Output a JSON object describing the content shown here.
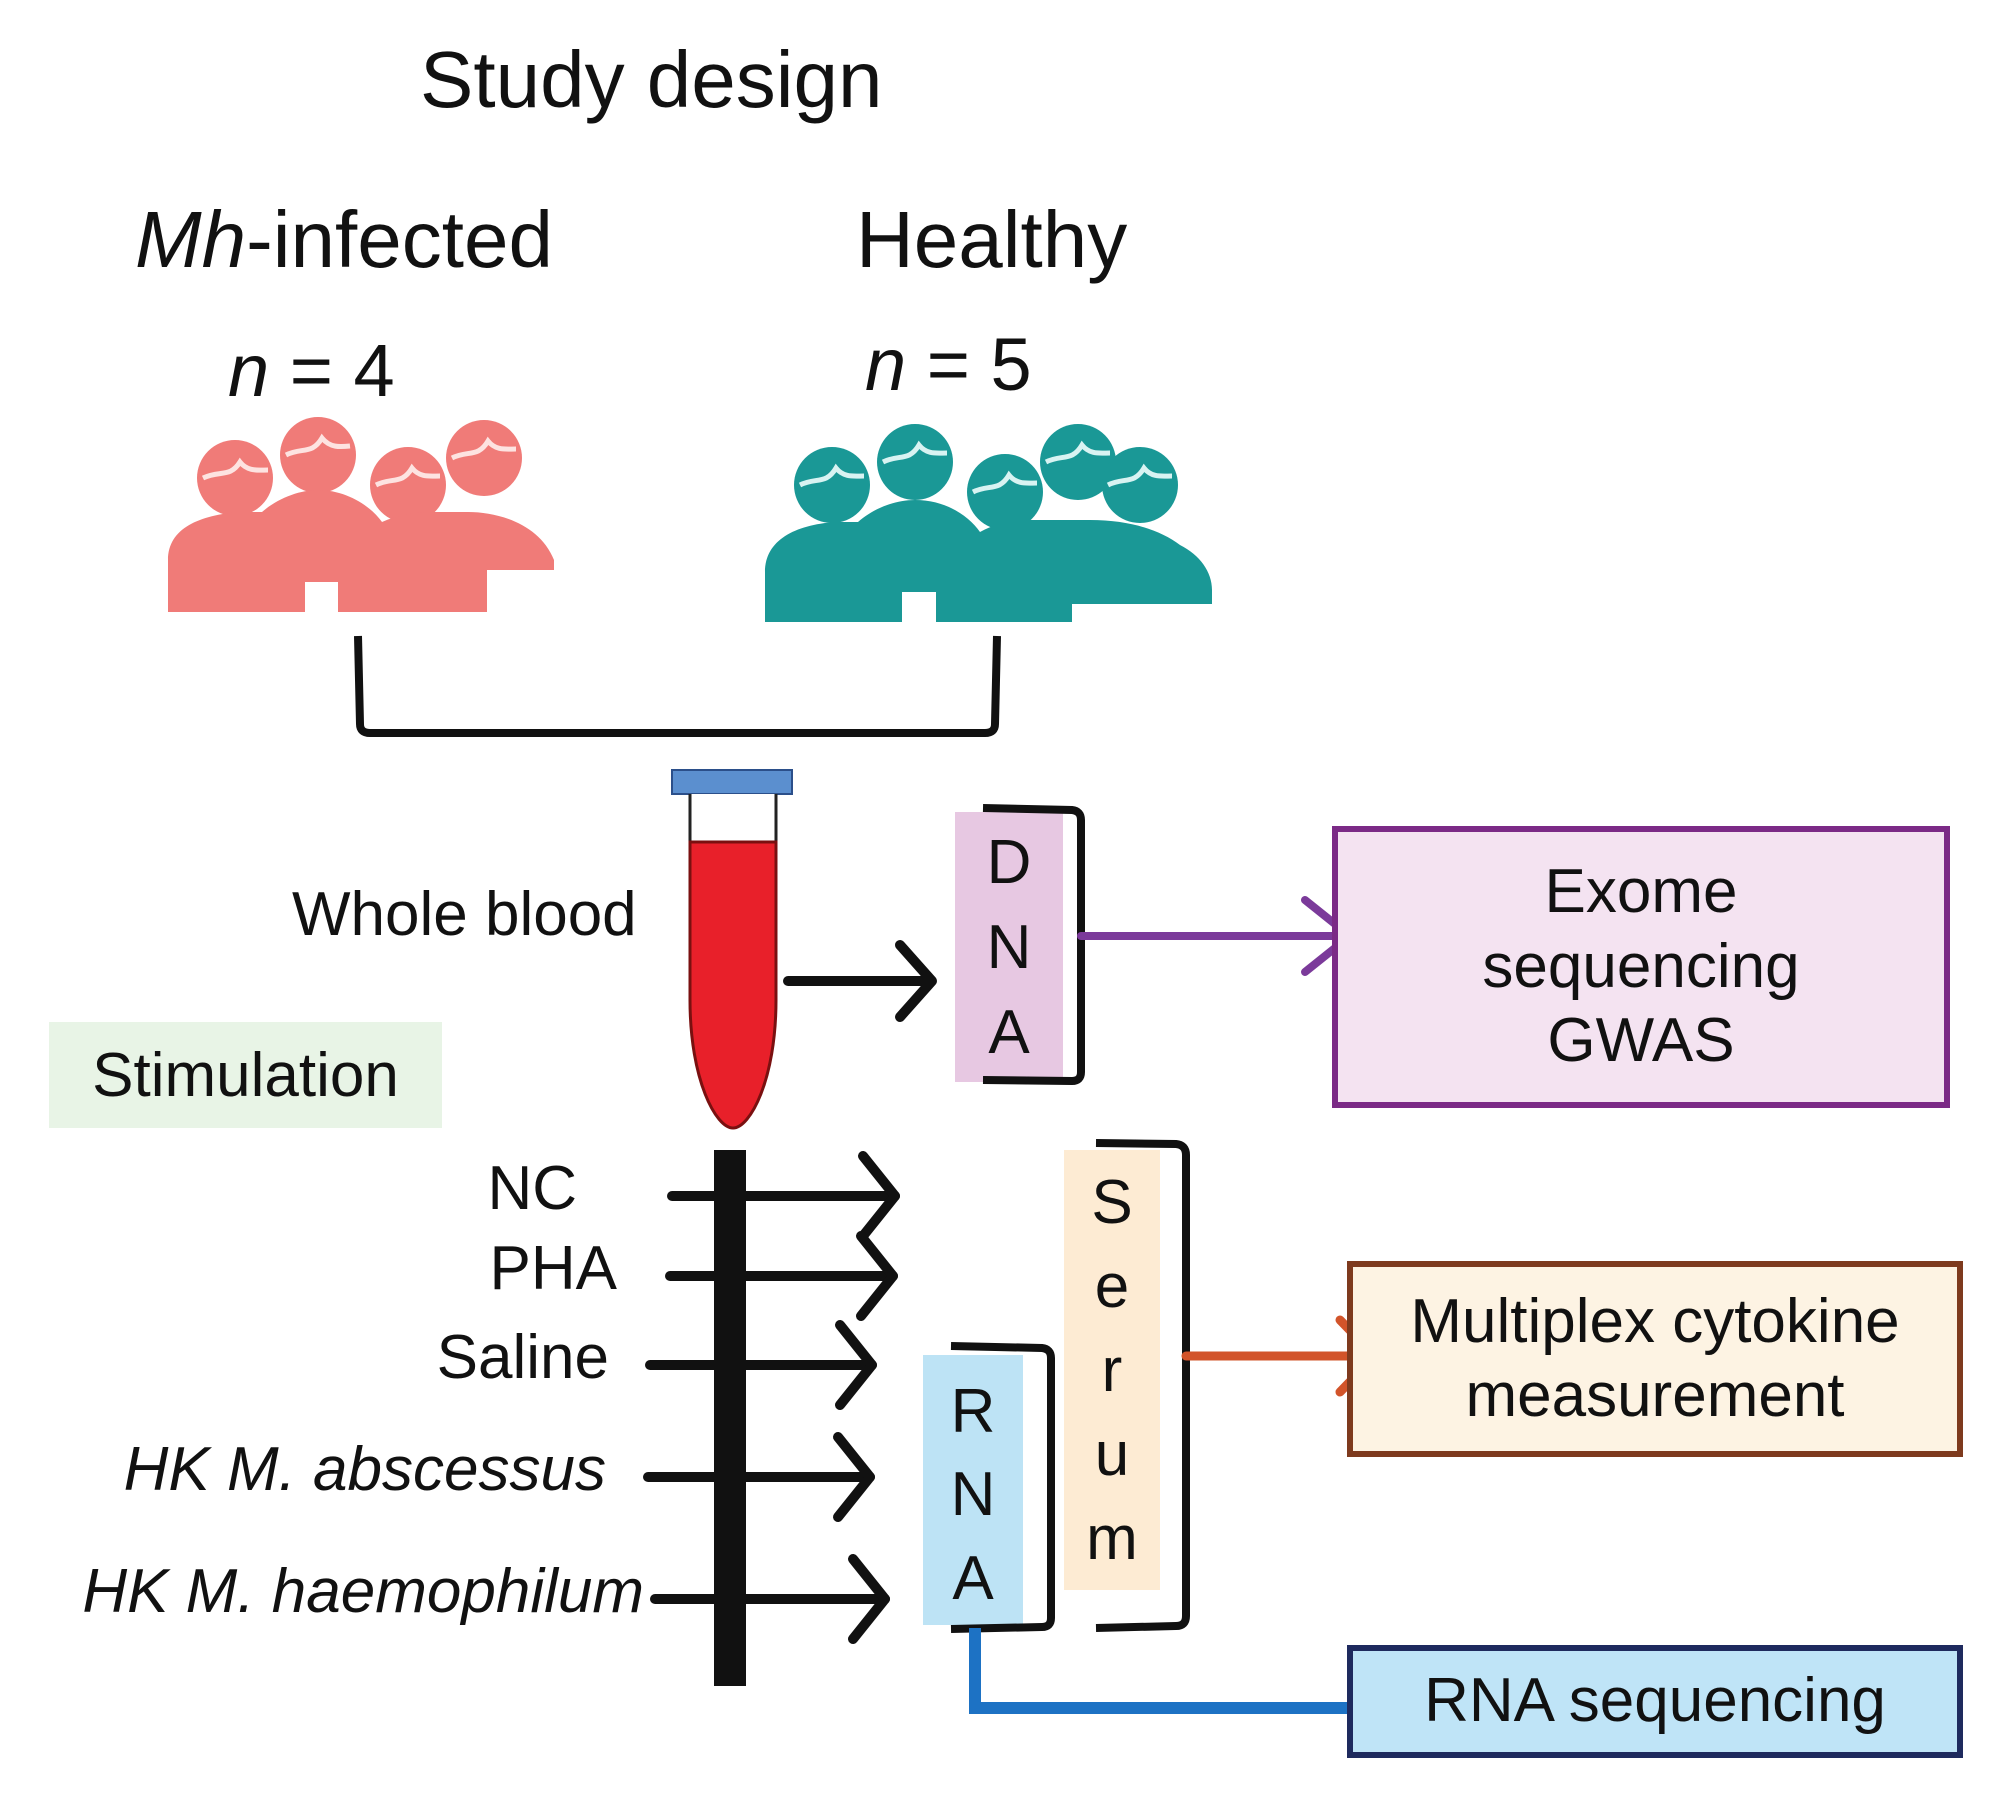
{
  "title": "Study design",
  "groups": [
    {
      "label_italic": "Mh",
      "label_rest": "-infected",
      "n_label": "n",
      "n_value": "= 4",
      "count": 4,
      "color": "#f07b78"
    },
    {
      "label_italic": "",
      "label_rest": "Healthy",
      "n_label": "n",
      "n_value": "= 5",
      "count": 5,
      "color": "#1a9896"
    }
  ],
  "sample": {
    "label": "Whole blood",
    "tube_cap_color": "#5b8fcf",
    "blood_color": "#e8202a"
  },
  "extracts": {
    "dna": {
      "letters": [
        "D",
        "N",
        "A"
      ],
      "fill": "#e7c8e2"
    },
    "serum": {
      "letters": [
        "S",
        "e",
        "r",
        "u",
        "m"
      ],
      "fill": "#fdebd3"
    },
    "rna": {
      "letters": [
        "R",
        "N",
        "A"
      ],
      "fill": "#bde3f5"
    }
  },
  "stimulation": {
    "header": "Stimulation",
    "header_bg": "#e8f4e6",
    "conditions": [
      {
        "label": "NC",
        "italic": false
      },
      {
        "label": "PHA",
        "italic": false
      },
      {
        "label": "Saline",
        "italic": false
      },
      {
        "label": "HK M. abscessus",
        "italic": true
      },
      {
        "label": "HK M. haemophilum",
        "italic": true
      }
    ]
  },
  "outputs": {
    "exome": {
      "lines": [
        "Exome",
        "sequencing",
        "GWAS"
      ],
      "border": "#7b2a86",
      "fill": "#f4e3f1",
      "arrow": "#7b3a9a"
    },
    "cytokine": {
      "lines": [
        "Multiplex cytokine",
        "measurement"
      ],
      "border": "#7e3a1e",
      "fill": "#fdf3e3",
      "arrow": "#d2542a"
    },
    "rnaseq": {
      "lines": [
        "RNA sequencing"
      ],
      "border": "#1e2a5e",
      "fill": "#bfe4f7",
      "arrow": "#1d72c4"
    }
  }
}
